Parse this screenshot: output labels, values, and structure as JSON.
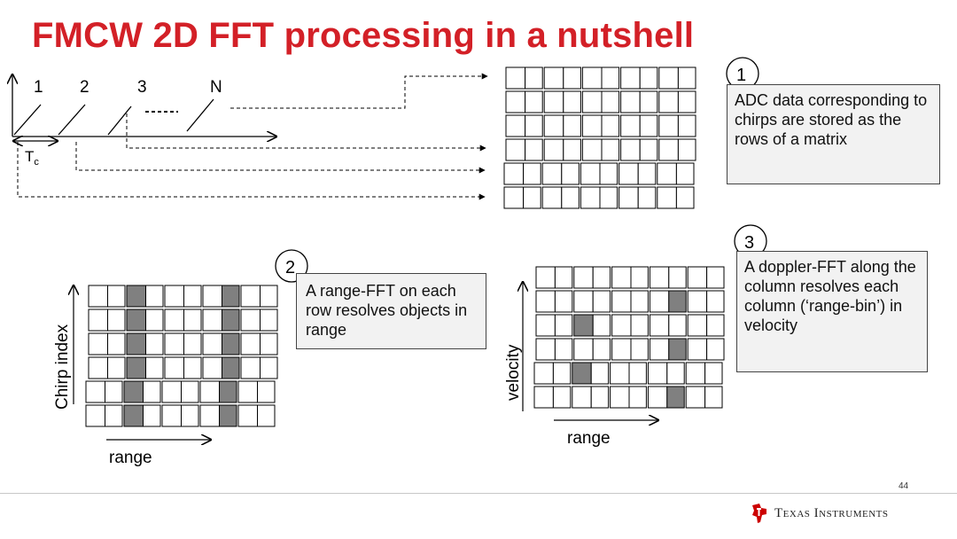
{
  "slide": {
    "title": "FMCW 2D FFT processing in a nutshell",
    "page_number": "44",
    "brand": "Texas Instruments"
  },
  "chirps": {
    "labels": [
      "1",
      "2",
      "3",
      "N"
    ],
    "period_label": "T",
    "period_subscript": "c"
  },
  "steps": [
    {
      "number": "1",
      "text": "ADC data corresponding to chirps are stored as the rows of a matrix"
    },
    {
      "number": "2",
      "text": "A range-FFT on each row resolves objects in range"
    },
    {
      "number": "3",
      "text": "A doppler-FFT along the column resolves each column (‘range-bin’) in velocity"
    }
  ],
  "matrix2": {
    "y_label": "Chirp index",
    "x_label": "range",
    "shaded_columns": [
      2,
      7
    ]
  },
  "matrix3": {
    "y_label": "velocity",
    "x_label": "range",
    "shaded_cells": [
      [
        1,
        7
      ],
      [
        2,
        2
      ],
      [
        3,
        7
      ],
      [
        4,
        2
      ],
      [
        5,
        7
      ]
    ]
  },
  "colors": {
    "title": "#d32027",
    "shaded_cell": "#808080",
    "note_bg": "#f2f2f2",
    "brand_red": "#cc0000"
  }
}
